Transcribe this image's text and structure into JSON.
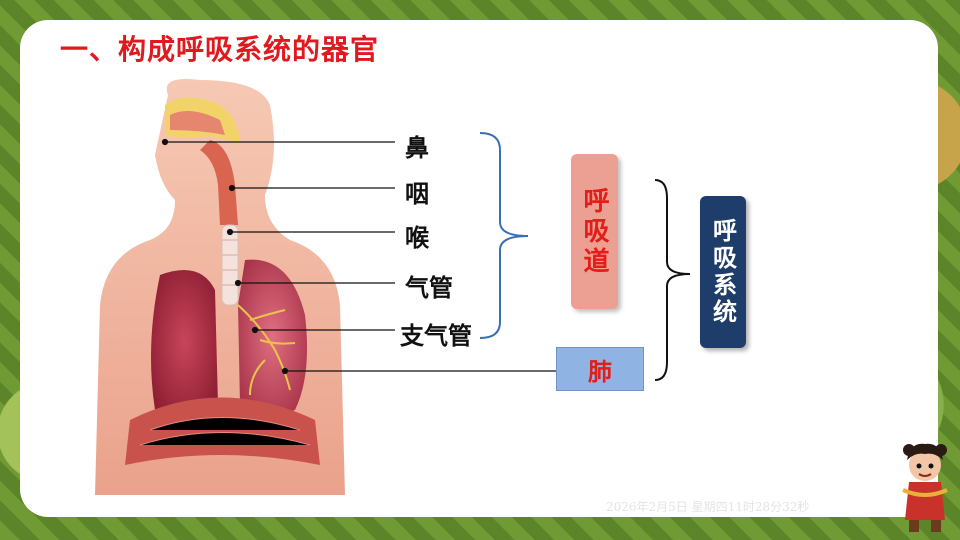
{
  "slide": {
    "title": "一、构成呼吸系统的器官",
    "timestamp": "2026年2月5日 星期四11时28分32秒"
  },
  "labels": {
    "nose": "鼻",
    "pharynx": "咽",
    "larynx": "喉",
    "trachea": "气管",
    "bronchi": "支气管"
  },
  "boxes": {
    "airway": "呼吸道",
    "lung": "肺",
    "system": "呼吸系统"
  },
  "colors": {
    "title": "#e0191f",
    "airway_box": "#ec9f93",
    "lung_box": "#8fb4e3",
    "system_box": "#1f3d6a",
    "bracket": "#3b6fb5"
  },
  "icons": {
    "figure": "human-respiratory-anatomy-illustration",
    "mascot": "cartoon-character-mascot"
  }
}
